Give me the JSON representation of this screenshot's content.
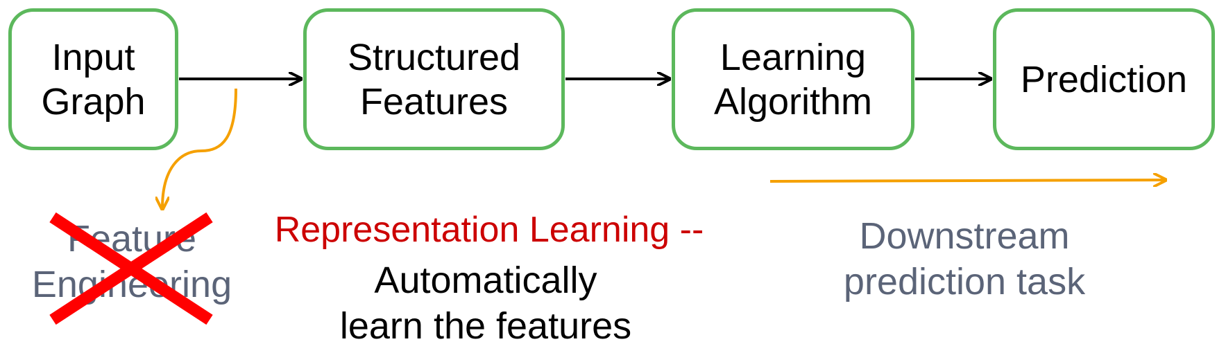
{
  "nodes": {
    "input_graph": {
      "line1": "Input",
      "line2": "Graph"
    },
    "structured_features": {
      "line1": "Structured",
      "line2": "Features"
    },
    "learning_algorithm": {
      "line1": "Learning",
      "line2": "Algorithm"
    },
    "prediction": {
      "line1": "Prediction"
    }
  },
  "annotations": {
    "feature_engineering": {
      "line1": "Feature",
      "line2": "Engineering"
    },
    "representation_learning": {
      "title": "Representation Learning --",
      "line1": "Automatically",
      "line2": "learn the features"
    },
    "downstream": {
      "line1": "Downstream",
      "line2": "prediction task"
    }
  },
  "colors": {
    "node_border": "#5cb85c",
    "flow_arrow": "#000000",
    "highlight_arrow": "#f5a000",
    "cross": "#ff0000",
    "title_red": "#cc0000",
    "muted_text": "#5b6478"
  }
}
